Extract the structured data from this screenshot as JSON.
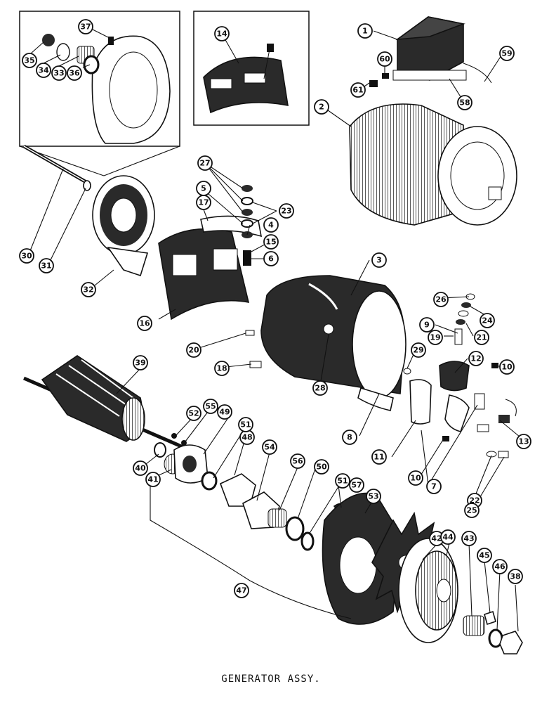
{
  "caption": "GENERATOR ASSY.",
  "callouts": [
    "1",
    "2",
    "3",
    "4",
    "5",
    "6",
    "7",
    "8",
    "9",
    "10",
    "10",
    "11",
    "12",
    "13",
    "14",
    "15",
    "16",
    "17",
    "18",
    "19",
    "20",
    "21",
    "22",
    "23",
    "24",
    "25",
    "26",
    "27",
    "28",
    "29",
    "30",
    "31",
    "32",
    "33",
    "34",
    "35",
    "36",
    "37",
    "38",
    "39",
    "40",
    "41",
    "42",
    "43",
    "44",
    "45",
    "46",
    "47",
    "48",
    "49",
    "50",
    "51",
    "51",
    "52",
    "53",
    "54",
    "55",
    "56",
    "57",
    "58",
    "59",
    "60",
    "61"
  ],
  "colors": {
    "ink": "#111111",
    "paper": "#ffffff",
    "shade": "#2a2a2a"
  }
}
